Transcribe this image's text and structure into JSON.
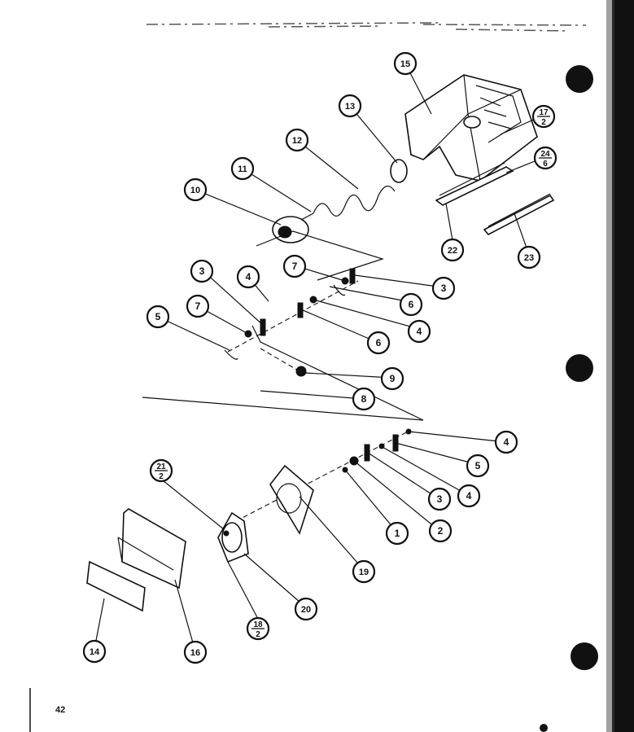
{
  "page_number": "42",
  "callouts": [
    {
      "label": "15",
      "kind": "single"
    },
    {
      "label": "13",
      "kind": "single"
    },
    {
      "label": "12",
      "kind": "single"
    },
    {
      "label": "11",
      "kind": "single"
    },
    {
      "label": "10",
      "kind": "single"
    },
    {
      "label": "17",
      "sub": "2",
      "kind": "fraction"
    },
    {
      "label": "24",
      "sub": "6",
      "kind": "fraction"
    },
    {
      "label": "22",
      "kind": "single"
    },
    {
      "label": "23",
      "kind": "single"
    },
    {
      "label": "7",
      "kind": "single"
    },
    {
      "label": "3",
      "kind": "single"
    },
    {
      "label": "3",
      "kind": "single"
    },
    {
      "label": "4",
      "kind": "single"
    },
    {
      "label": "6",
      "kind": "single"
    },
    {
      "label": "7",
      "kind": "single"
    },
    {
      "label": "4",
      "kind": "single"
    },
    {
      "label": "6",
      "kind": "single"
    },
    {
      "label": "5",
      "kind": "single"
    },
    {
      "label": "9",
      "kind": "single"
    },
    {
      "label": "8",
      "kind": "single"
    },
    {
      "label": "4",
      "kind": "single"
    },
    {
      "label": "5",
      "kind": "single"
    },
    {
      "label": "21",
      "sub": "2",
      "kind": "fraction"
    },
    {
      "label": "4",
      "kind": "single"
    },
    {
      "label": "3",
      "kind": "single"
    },
    {
      "label": "1",
      "kind": "single"
    },
    {
      "label": "2",
      "kind": "single"
    },
    {
      "label": "19",
      "kind": "single"
    },
    {
      "label": "20",
      "kind": "single"
    },
    {
      "label": "18",
      "sub": "2",
      "kind": "fraction"
    },
    {
      "label": "14",
      "kind": "single"
    },
    {
      "label": "16",
      "kind": "single"
    }
  ]
}
